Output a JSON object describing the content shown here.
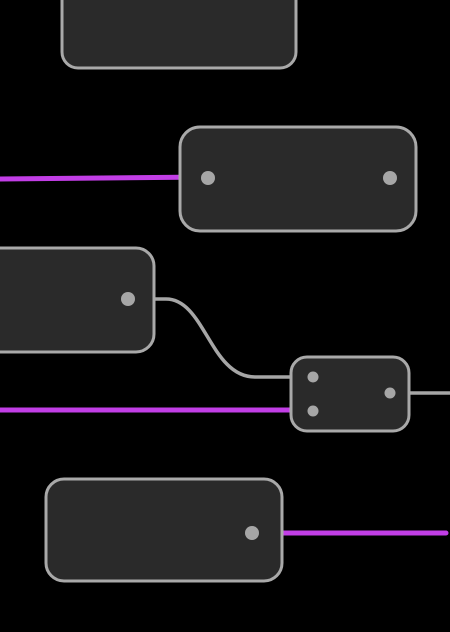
{
  "colors": {
    "background": "#000000",
    "node_fill": "#2a2a2a",
    "node_border": "#a9a9a9",
    "port": "#a6a6a6",
    "wire_gray": "#a6a6a6",
    "wire_purple": "#c23ee6"
  },
  "nodes": [
    {
      "id": "node-top"
    },
    {
      "id": "node-upper-right"
    },
    {
      "id": "node-middle-left"
    },
    {
      "id": "node-small-junction"
    },
    {
      "id": "node-bottom"
    }
  ],
  "wires": [
    {
      "id": "wire-into-upper-right",
      "color": "purple"
    },
    {
      "id": "wire-middle-to-junction",
      "color": "gray"
    },
    {
      "id": "wire-into-junction-lower",
      "color": "purple"
    },
    {
      "id": "wire-out-of-junction",
      "color": "gray"
    },
    {
      "id": "wire-out-of-bottom",
      "color": "purple"
    }
  ]
}
